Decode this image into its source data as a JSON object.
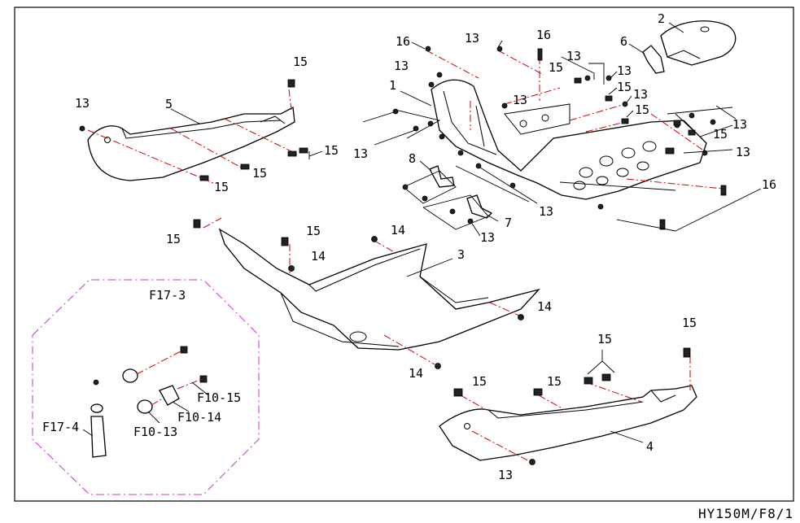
{
  "diagram": {
    "drawing_code": "HY150M/F8/1",
    "subgroup_title": "F17-3",
    "subgroup_color": "#cc33cc",
    "leader_color": "#d40000",
    "callouts": {
      "p1": "1",
      "p2": "2",
      "p3": "3",
      "p4": "4",
      "p5": "5",
      "p6": "6",
      "p7": "7",
      "p8": "8",
      "p13": "13",
      "p14": "14",
      "p15": "15",
      "p16": "16",
      "f17_4": "F17-4",
      "f10_13": "F10-13",
      "f10_14": "F10-14",
      "f10_15": "F10-15"
    }
  }
}
